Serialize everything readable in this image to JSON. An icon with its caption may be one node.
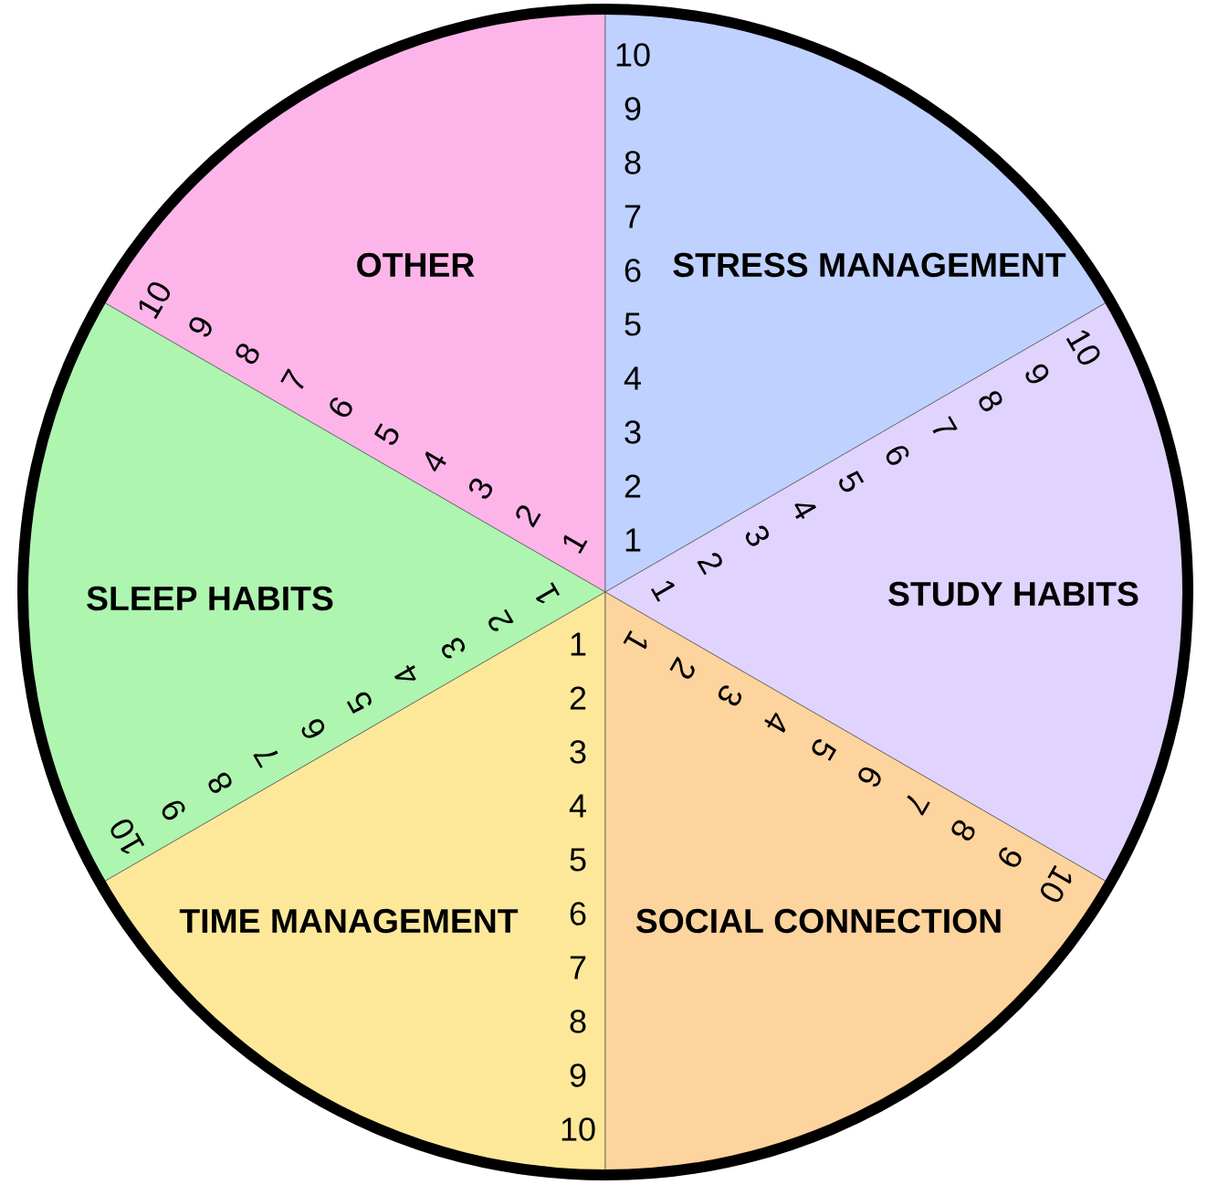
{
  "diagram": {
    "nodes": [
      {
        "text": [
          "OTHER"
        ],
        "beside": [
          "1",
          "2",
          "3",
          "4",
          "5",
          "6",
          "7",
          "8",
          "9",
          "10"
        ]
      },
      {
        "text": [
          "STRESS MANAGEMENT"
        ],
        "beside": [
          "1",
          "2",
          "3",
          "4",
          "5",
          "6",
          "7",
          "8",
          "9",
          "10"
        ]
      },
      {
        "text": [
          "SLEEP HABITS"
        ],
        "beside": [
          "1",
          "2",
          "3",
          "4",
          "5",
          "6",
          "7",
          "8",
          "9",
          "10"
        ]
      },
      {
        "text": [
          "STUDY HABITS"
        ],
        "beside": [
          "1",
          "2",
          "3",
          "4",
          "5",
          "6",
          "7",
          "8",
          "9",
          "10"
        ]
      },
      {
        "text": [
          "TIME MANAGEMENT"
        ],
        "beside": [
          "1",
          "2",
          "3",
          "4",
          "5",
          "6",
          "7",
          "8",
          "9",
          "10"
        ]
      },
      {
        "text": [
          "SOCIAL CONNECTION"
        ],
        "beside": [
          "1",
          "2",
          "3",
          "4",
          "5",
          "6",
          "7",
          "8",
          "9",
          "10"
        ]
      }
    ]
  }
}
